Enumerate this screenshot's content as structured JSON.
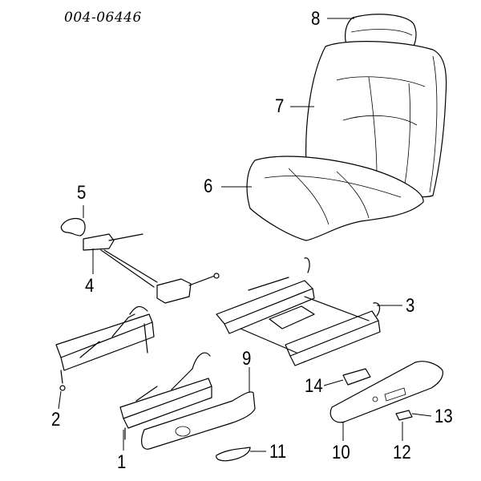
{
  "diagram": {
    "code": "004-06446",
    "callouts": {
      "c1": "1",
      "c2": "2",
      "c3": "3",
      "c4": "4",
      "c5": "5",
      "c6": "6",
      "c7": "7",
      "c8": "8",
      "c9": "9",
      "c10": "10",
      "c11": "11",
      "c12": "12",
      "c13": "13",
      "c14": "14"
    }
  }
}
